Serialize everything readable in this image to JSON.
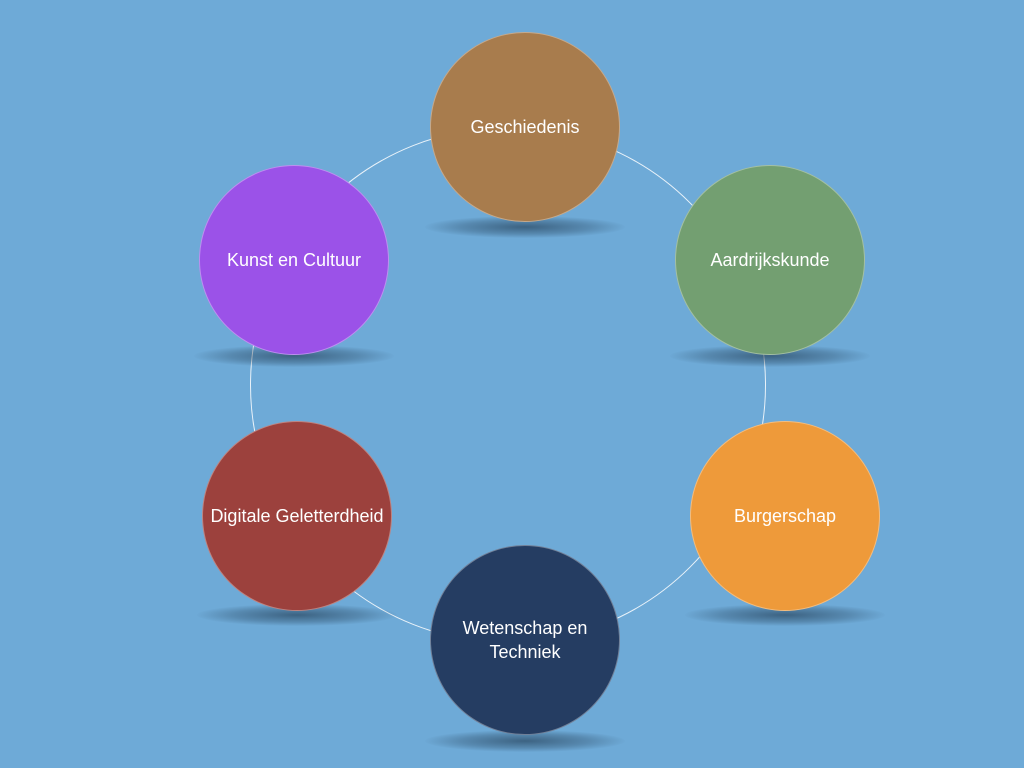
{
  "diagram": {
    "nodes": [
      {
        "label": "Geschiedenis",
        "color": "#a87c4d"
      },
      {
        "label": "Aardrijkskunde",
        "color": "#739f71"
      },
      {
        "label": "Burgerschap",
        "color": "#ee9a3a"
      },
      {
        "label": "Wetenschap en\nTechniek",
        "color": "#253d62"
      },
      {
        "label": "Digitale Geletterdheid",
        "color": "#9c413d"
      },
      {
        "label": "Kunst en Cultuur",
        "color": "#9b52e8"
      }
    ],
    "colors": {
      "background": "#6eaad7",
      "ring": "#ffffff",
      "text": "#ffffff"
    }
  }
}
